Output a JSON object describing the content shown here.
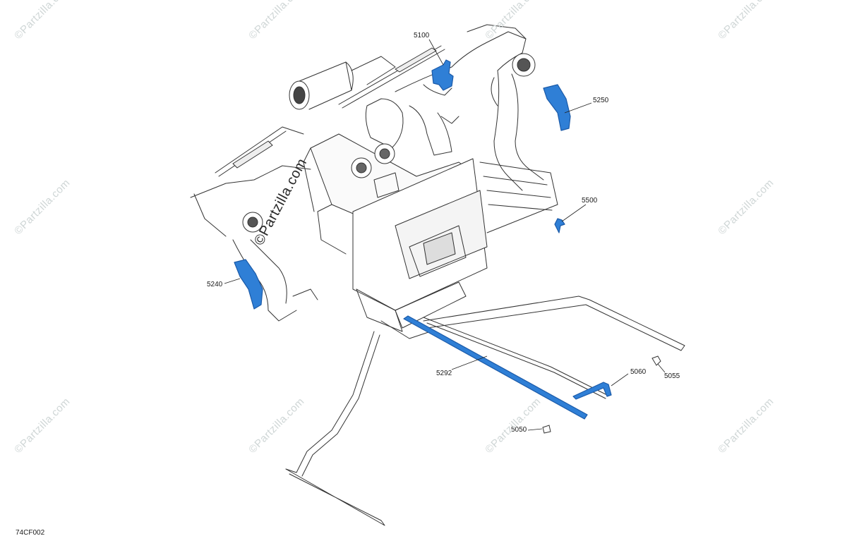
{
  "figure_code": "74CF002",
  "watermark_text": "©Partzilla.com",
  "callouts": {
    "c5100": "5100",
    "c5250": "5250",
    "c5500": "5500",
    "c5240": "5240",
    "c5292": "5292",
    "c5060": "5060",
    "c5055": "5055",
    "c5050": "5050"
  },
  "colors": {
    "highlight": "#2f7fd6",
    "highlight_dark": "#1b5aa8",
    "line": "#2b2b2b",
    "watermark": "#cfd6d6"
  }
}
